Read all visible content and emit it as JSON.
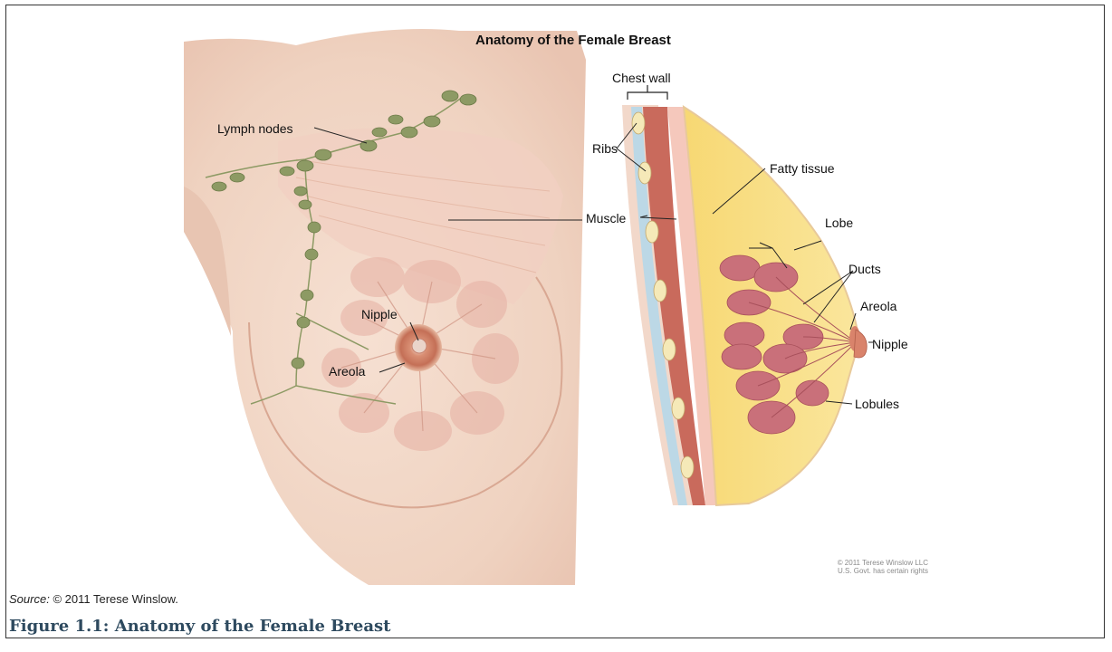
{
  "figure": {
    "title": "Anatomy of the Female Breast",
    "copyright_lines": [
      "© 2011 Terese Winslow LLC",
      "U.S. Govt. has certain rights"
    ],
    "source_label": "Source:",
    "source_text": "© 2011 Terese Winslow.",
    "caption": "Figure 1.1: Anatomy of the Female Breast"
  },
  "front_view": {
    "labels": {
      "lymph_nodes": "Lymph nodes",
      "nipple": "Nipple",
      "areola": "Areola"
    }
  },
  "cross_section": {
    "labels": {
      "chest_wall": "Chest wall",
      "ribs": "Ribs",
      "muscle": "Muscle",
      "fatty_tissue": "Fatty tissue",
      "lobe": "Lobe",
      "ducts": "Ducts",
      "areola": "Areola",
      "nipple": "Nipple",
      "lobules": "Lobules"
    }
  },
  "colors": {
    "skin": "#f3d9c9",
    "muscle": "#c96a5c",
    "fat": "#f8dd7a",
    "lobules": "#c9707a",
    "lymph_node": "#8d9a64",
    "caption": "#2e4a5f"
  }
}
